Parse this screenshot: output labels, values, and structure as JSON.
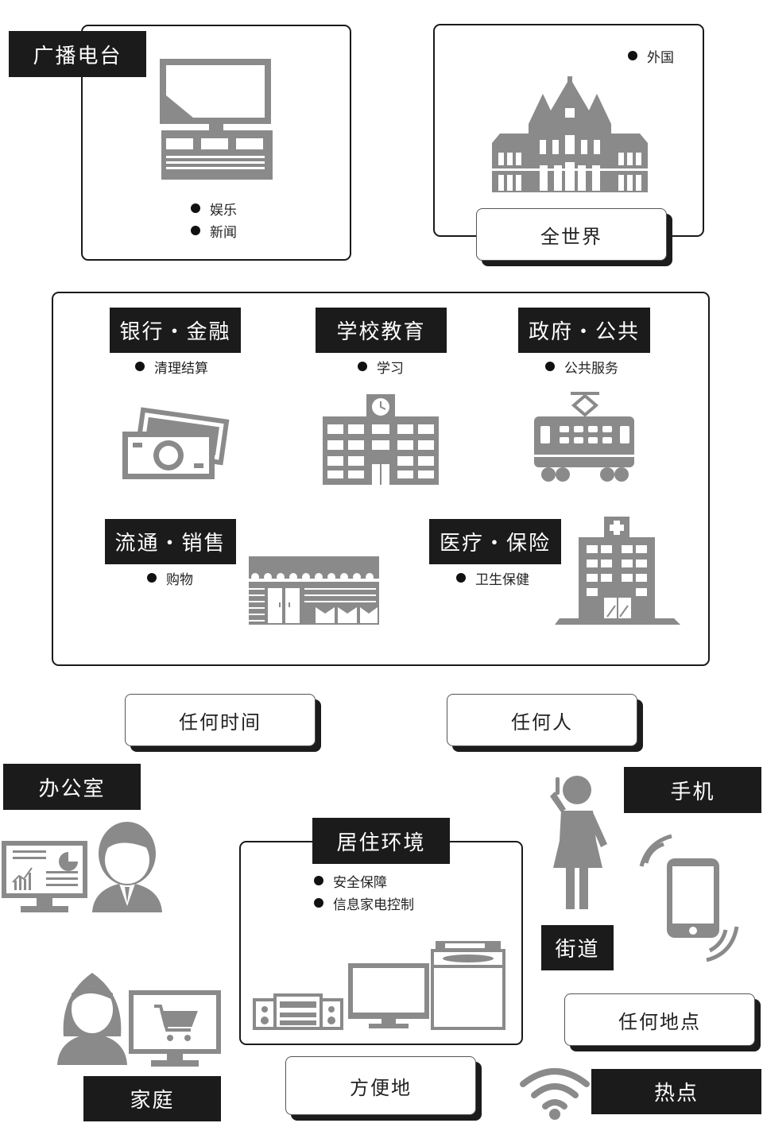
{
  "broadcast": {
    "label": "广播电台",
    "bullets": [
      "娱乐",
      "新闻"
    ],
    "icon": "tv-icon"
  },
  "world": {
    "bullets": [
      "外国"
    ],
    "pill": "全世界",
    "icon": "palace-icon"
  },
  "services": {
    "bank": {
      "label": "银行・金融",
      "bullets": [
        "清理结算"
      ],
      "icon": "money-icon"
    },
    "school": {
      "label": "学校教育",
      "bullets": [
        "学习"
      ],
      "icon": "school-icon"
    },
    "gov": {
      "label": "政府・公共",
      "bullets": [
        "公共服务"
      ],
      "icon": "tram-icon"
    },
    "retail": {
      "label": "流通・销售",
      "bullets": [
        "购物"
      ],
      "icon": "store-icon"
    },
    "medical": {
      "label": "医疗・保险",
      "bullets": [
        "卫生保健"
      ],
      "icon": "hospital-icon"
    }
  },
  "anytime": "任何时间",
  "anyone": "任何人",
  "office": {
    "label": "办公室",
    "icon": "businessman-icon"
  },
  "home": {
    "label": "家庭",
    "icon": "shopper-icon"
  },
  "living": {
    "label": "居住环境",
    "bullets": [
      "安全保障",
      "信息家电控制"
    ],
    "icon": "appliances-icon"
  },
  "convenient": "方便地",
  "street": {
    "label": "街道",
    "icon": "woman-phone-icon"
  },
  "mobile": {
    "label": "手机",
    "icon": "smartphone-icon"
  },
  "anywhere": "任何地点",
  "hotspot": {
    "label": "热点",
    "icon": "wifi-icon"
  },
  "colors": {
    "icon_gray": "#8a8a8a",
    "label_bg": "#1b1b1b"
  }
}
